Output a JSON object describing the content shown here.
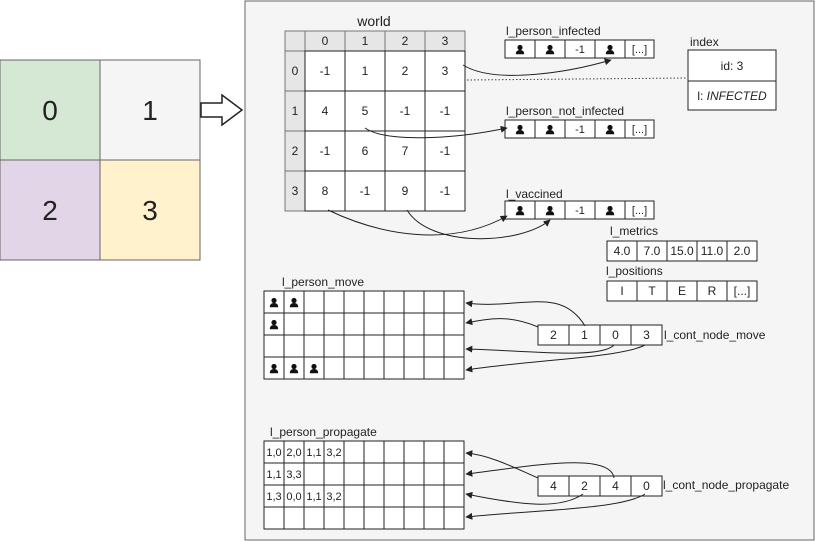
{
  "grid": {
    "cells": [
      {
        "label": "0",
        "color": "#d5e8d4"
      },
      {
        "label": "1",
        "color": "#f5f5f5"
      },
      {
        "label": "2",
        "color": "#e1d5e7"
      },
      {
        "label": "3",
        "color": "#fff2cc"
      }
    ]
  },
  "world": {
    "title": "world",
    "col_headers": [
      "0",
      "1",
      "2",
      "3"
    ],
    "row_headers": [
      "0",
      "1",
      "2",
      "3"
    ],
    "cells": [
      [
        "-1",
        "1",
        "2",
        "3"
      ],
      [
        "4",
        "5",
        "-1",
        "-1"
      ],
      [
        "-1",
        "6",
        "7",
        "-1"
      ],
      [
        "8",
        "-1",
        "9",
        "-1"
      ]
    ]
  },
  "lists": {
    "infected": {
      "label": "l_person_infected",
      "items": [
        "person",
        "person",
        "-1",
        "person",
        "[...]"
      ]
    },
    "not_infected": {
      "label": "l_person_not_infected",
      "items": [
        "person",
        "person",
        "-1",
        "person",
        "[...]"
      ]
    },
    "vaccined": {
      "label": "l_vaccined",
      "items": [
        "person",
        "person",
        "-1",
        "person",
        "[...]"
      ]
    }
  },
  "index": {
    "title": "index",
    "id": "id: 3",
    "l_prefix": "l: ",
    "l_value": "INFECTED"
  },
  "metrics": {
    "label": "l_metrics",
    "values": [
      "4.0",
      "7.0",
      "15.0",
      "11.0",
      "2.0"
    ]
  },
  "positions": {
    "label": "l_positions",
    "values": [
      "I",
      "T",
      "E",
      "R",
      "[...]"
    ]
  },
  "person_move": {
    "label": "l_person_move",
    "rows": [
      [
        "person",
        "person"
      ],
      [
        "person"
      ],
      [],
      [
        "person",
        "person",
        "person"
      ]
    ]
  },
  "cont_node_move": {
    "label": "l_cont_node_move",
    "values": [
      "2",
      "1",
      "0",
      "3"
    ]
  },
  "person_propagate": {
    "label": "l_person_propagate",
    "rows": [
      [
        "1,0",
        "2,0",
        "1,1",
        "3,2"
      ],
      [
        "1,1",
        "3,3"
      ],
      [
        "1,3",
        "0,0",
        "1,1",
        "3,2"
      ],
      []
    ]
  },
  "cont_node_propagate": {
    "label": "l_cont_node_propagate",
    "values": [
      "4",
      "2",
      "4",
      "0"
    ]
  }
}
